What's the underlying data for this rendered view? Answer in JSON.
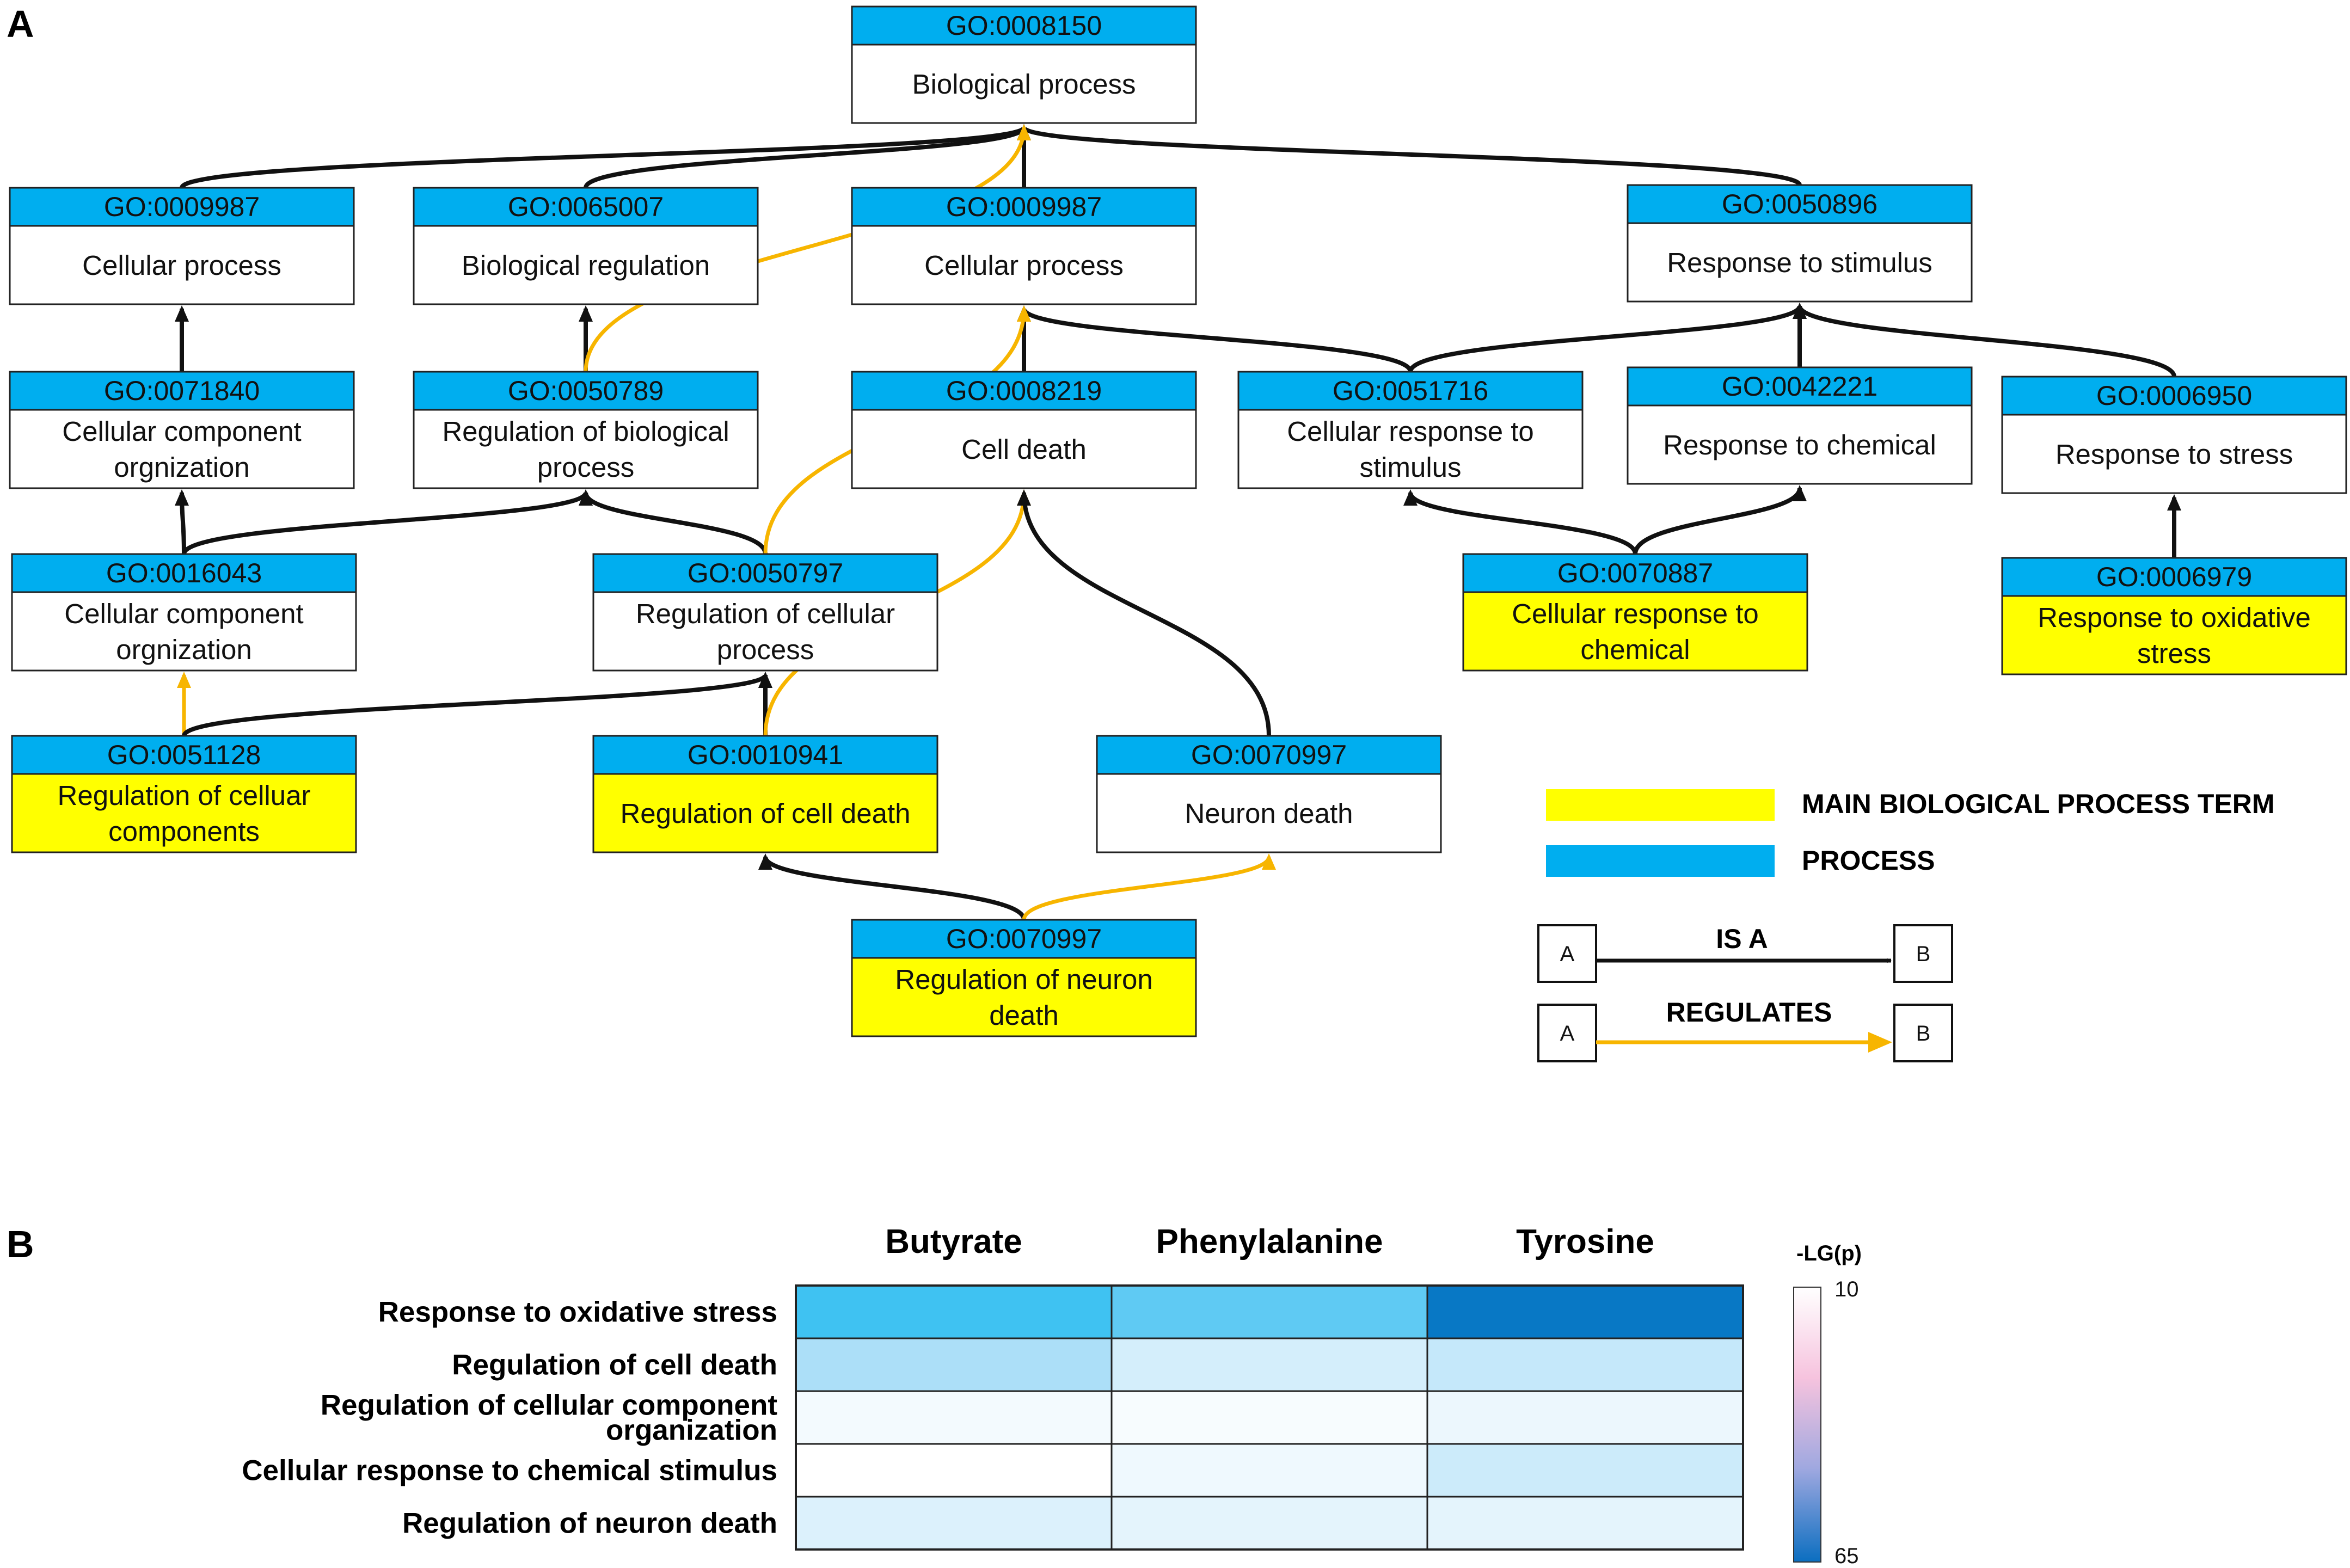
{
  "panel_a": {
    "label": "A",
    "nodes": [
      {
        "id": "GO:0008150",
        "name": [
          "Biological process"
        ],
        "main": false
      },
      {
        "id": "GO:0009987",
        "name": [
          "Cellular process"
        ],
        "main": false
      },
      {
        "id": "GO:0065007",
        "name": [
          "Biological regulation"
        ],
        "main": false
      },
      {
        "id": "GO:0009987",
        "name": [
          "Cellular process"
        ],
        "main": false
      },
      {
        "id": "GO:0050896",
        "name": [
          "Response to stimulus"
        ],
        "main": false
      },
      {
        "id": "GO:0071840",
        "name": [
          "Cellular component",
          "orgnization"
        ],
        "main": false
      },
      {
        "id": "GO:0050789",
        "name": [
          "Regulation of biological",
          "process"
        ],
        "main": false
      },
      {
        "id": "GO:0008219",
        "name": [
          "Cell death"
        ],
        "main": false
      },
      {
        "id": "GO:0051716",
        "name": [
          "Cellular response to",
          "stimulus"
        ],
        "main": false
      },
      {
        "id": "GO:0042221",
        "name": [
          "Response to chemical"
        ],
        "main": false
      },
      {
        "id": "GO:0006950",
        "name": [
          "Response to stress"
        ],
        "main": false
      },
      {
        "id": "GO:0016043",
        "name": [
          "Cellular component",
          "orgnization"
        ],
        "main": false
      },
      {
        "id": "GO:0050797",
        "name": [
          "Regulation of cellular",
          "process"
        ],
        "main": false
      },
      {
        "id": "GO:0070887",
        "name": [
          "Cellular response to",
          "chemical"
        ],
        "main": true
      },
      {
        "id": "GO:0006979",
        "name": [
          "Response to oxidative",
          "stress"
        ],
        "main": true
      },
      {
        "id": "GO:0051128",
        "name": [
          "Regulation of celluar",
          "components"
        ],
        "main": true
      },
      {
        "id": "GO:0010941",
        "name": [
          "Regulation of cell death"
        ],
        "main": true
      },
      {
        "id": "GO:0070997",
        "name": [
          "Neuron death"
        ],
        "main": false
      },
      {
        "id": "GO:0070997",
        "name": [
          "Regulation of neuron",
          "death"
        ],
        "main": true
      }
    ],
    "edges": [
      {
        "from": 1,
        "to": 0,
        "type": "is_a"
      },
      {
        "from": 2,
        "to": 0,
        "type": "is_a"
      },
      {
        "from": 3,
        "to": 0,
        "type": "is_a"
      },
      {
        "from": 4,
        "to": 0,
        "type": "is_a"
      },
      {
        "from": 5,
        "to": 1,
        "type": "is_a"
      },
      {
        "from": 6,
        "to": 2,
        "type": "is_a"
      },
      {
        "from": 6,
        "to": 0,
        "type": "regulates"
      },
      {
        "from": 7,
        "to": 3,
        "type": "is_a"
      },
      {
        "from": 8,
        "to": 3,
        "type": "is_a"
      },
      {
        "from": 8,
        "to": 4,
        "type": "is_a"
      },
      {
        "from": 9,
        "to": 4,
        "type": "is_a"
      },
      {
        "from": 10,
        "to": 4,
        "type": "is_a"
      },
      {
        "from": 11,
        "to": 5,
        "type": "is_a"
      },
      {
        "from": 11,
        "to": 6,
        "type": "is_a"
      },
      {
        "from": 12,
        "to": 6,
        "type": "is_a"
      },
      {
        "from": 12,
        "to": 3,
        "type": "regulates"
      },
      {
        "from": 13,
        "to": 8,
        "type": "is_a"
      },
      {
        "from": 13,
        "to": 9,
        "type": "is_a"
      },
      {
        "from": 14,
        "to": 10,
        "type": "is_a"
      },
      {
        "from": 15,
        "to": 11,
        "type": "regulates"
      },
      {
        "from": 15,
        "to": 12,
        "type": "is_a"
      },
      {
        "from": 16,
        "to": 12,
        "type": "is_a"
      },
      {
        "from": 16,
        "to": 7,
        "type": "regulates"
      },
      {
        "from": 17,
        "to": 7,
        "type": "is_a"
      },
      {
        "from": 18,
        "to": 16,
        "type": "is_a"
      },
      {
        "from": 18,
        "to": 17,
        "type": "regulates"
      }
    ],
    "legend": {
      "main_term": "MAIN BIOLOGICAL PROCESS TERM",
      "process": "PROCESS",
      "is_a": "IS A",
      "regulates": "REGULATES",
      "node_a": "A",
      "node_b": "B"
    },
    "colors": {
      "process_header": "#00aeef",
      "main_term": "#ffff00",
      "is_a": "#111111",
      "regulates": "#f7b500"
    }
  },
  "panel_b": {
    "label": "B",
    "colorbar": {
      "title": "-LG(p)",
      "min_label": "10",
      "max_label": "65",
      "colors": [
        "#ffffff",
        "#f6c3de",
        "#9fa8e0",
        "#0b6ec0"
      ]
    },
    "chart_data": {
      "type": "heatmap",
      "columns": [
        "Butyrate",
        "Phenylalanine",
        "Tyrosine"
      ],
      "rows": [
        "Response to oxidative stress",
        "Regulation of cell death",
        "Regulation of cellular component organization",
        "Cellular response to chemical stimulus",
        "Regulation of neuron death"
      ],
      "values": [
        [
          40,
          37,
          62
        ],
        [
          30,
          21,
          25
        ],
        [
          13,
          12,
          15
        ],
        [
          10,
          14,
          23
        ],
        [
          19,
          17,
          17
        ]
      ],
      "range": [
        10,
        65
      ]
    }
  }
}
